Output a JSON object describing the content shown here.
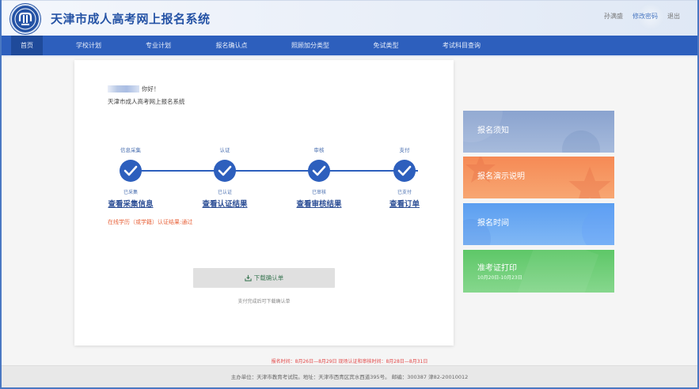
{
  "header": {
    "title": "天津市成人高考网上报名系统",
    "user_name": "孙满盛",
    "change_password": "修改密码",
    "logout": "退出",
    "logo_icon": "university-seal-icon"
  },
  "nav": {
    "items": [
      {
        "label": "首页",
        "active": true
      },
      {
        "label": "学校计划",
        "active": false
      },
      {
        "label": "专业计划",
        "active": false
      },
      {
        "label": "报名确认点",
        "active": false
      },
      {
        "label": "照顾加分类型",
        "active": false
      },
      {
        "label": "免试类型",
        "active": false
      },
      {
        "label": "考试科目查询",
        "active": false
      }
    ]
  },
  "main": {
    "greeting_suffix": "你好！",
    "system_name": "天津市成人高考网上报名系统",
    "steps": [
      {
        "title": "信息采集",
        "status": "已采集",
        "link": "查看采集信息"
      },
      {
        "title": "认证",
        "status": "已认证",
        "link": "查看认证结果"
      },
      {
        "title": "审核",
        "status": "已审核",
        "link": "查看审核结果"
      },
      {
        "title": "支付",
        "status": "已支付",
        "link": "查看订单"
      }
    ],
    "result_message": "在线学历（或学籍）认证结果:通过",
    "download_button": "下载确认单",
    "download_hint": "支付完成后可下载确认单"
  },
  "side_cards": [
    {
      "label": "报名须知",
      "sub": "",
      "color": "#8aa3cf"
    },
    {
      "label": "报名演示说明",
      "sub": "",
      "color": "#f68a55"
    },
    {
      "label": "报名时间",
      "sub": "",
      "color": "#5b9ef0"
    },
    {
      "label": "准考证打印",
      "sub": "10月20日-10月23日",
      "color": "#5ec768"
    }
  ],
  "notice": "报名时间：8月26日—8月29日 现场认证和审核时间：8月28日—8月31日",
  "footer": "主办单位：天津市教育考试院。地址：天津市西青区宾水西道395号。 邮编：300387 津82-20010012",
  "colors": {
    "primary": "#2d5fbd",
    "nav_active": "#1f4a9a",
    "alert": "#e24848",
    "result": "#e8643c"
  }
}
